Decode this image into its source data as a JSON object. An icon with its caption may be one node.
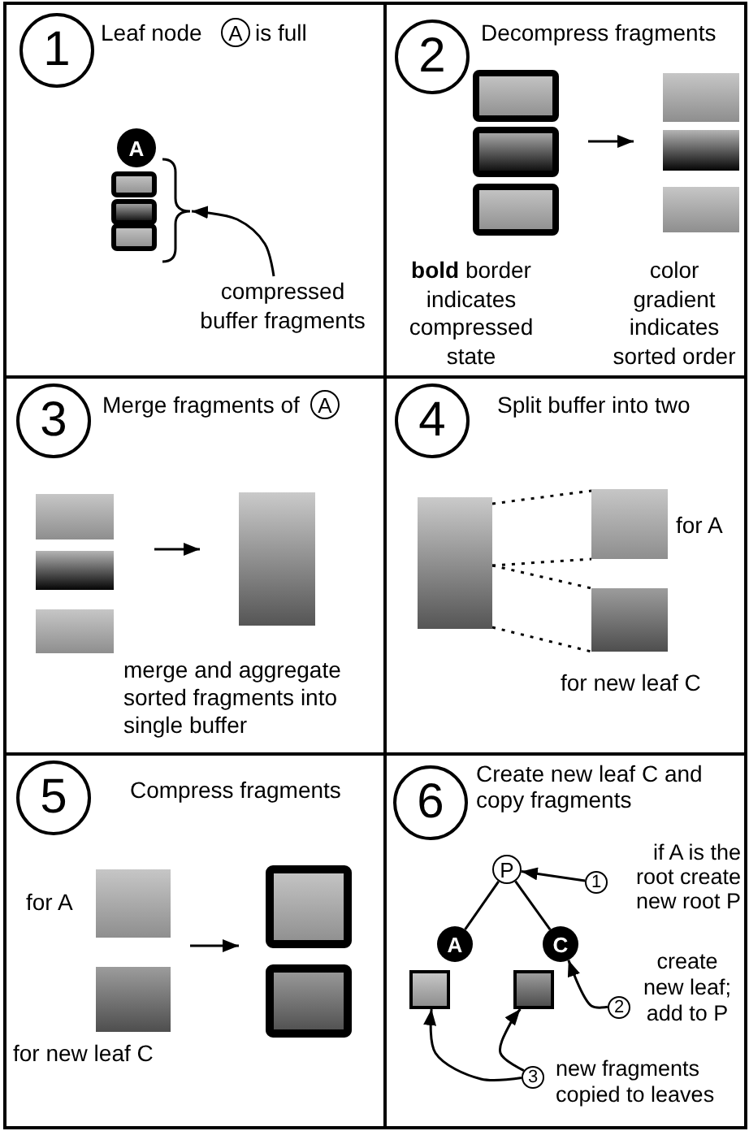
{
  "diagram": {
    "nodes": [
      {
        "text": [
          "Leaf node",
          "is full"
        ]
      },
      {
        "text": [
          "1"
        ],
        "in": 0
      },
      {
        "text": [
          "A"
        ],
        "in": 0
      },
      {
        "text": [
          "A"
        ],
        "in": 0
      },
      {
        "text": [
          "compressed buffer fragments"
        ],
        "in": 0
      },
      {
        "text": [
          "Decompress fragments",
          "**bold** border indicates compressed state",
          "color gradient indicates sorted order"
        ]
      },
      {
        "text": [
          "2"
        ],
        "in": 5
      },
      {
        "text": [
          "Merge fragments of",
          "merge and aggregate sorted fragments into single buffer"
        ]
      },
      {
        "text": [
          "3"
        ],
        "in": 7
      },
      {
        "text": [
          "A"
        ],
        "in": 7
      },
      {
        "text": [
          "Split buffer into two",
          "for A",
          "for new leaf C"
        ]
      },
      {
        "text": [
          "4"
        ],
        "in": 10
      },
      {
        "text": [
          "Compress fragments",
          "for A",
          "for new leaf C"
        ]
      },
      {
        "text": [
          "5"
        ],
        "in": 12
      },
      {
        "text": [
          "Create new leaf C and copy fragments",
          "if A is the root create new root P",
          "create new leaf; add to P",
          "new fragments copied to leaves"
        ]
      },
      {
        "text": [
          "6"
        ],
        "in": 14
      },
      {
        "text": [
          "P"
        ],
        "in": 14
      },
      {
        "text": [
          "A"
        ],
        "in": 14
      },
      {
        "text": [
          "C"
        ],
        "in": 14
      },
      {
        "text": [],
        "shape": "box",
        "in": 14
      },
      {
        "text": [],
        "shape": "box",
        "in": 14
      },
      {
        "text": [
          "1"
        ],
        "in": 14
      },
      {
        "text": [
          "2"
        ],
        "in": 14
      },
      {
        "text": [
          "3"
        ],
        "in": 14
      },
      {
        "text": [],
        "shape": "bracket",
        "in": 0
      },
      {
        "text": [],
        "shape": "box",
        "in": 7
      },
      {
        "text": [],
        "shape": "box",
        "in": 10
      },
      {
        "text": [],
        "shape": "box",
        "in": 10
      },
      {
        "text": [],
        "shape": "box",
        "in": 10
      }
    ],
    "edges": [
      {
        "from": 4,
        "to": 24,
        "arrow": "to"
      },
      {
        "from": 16,
        "to": 17,
        "arrow": "none"
      },
      {
        "from": 16,
        "to": 18,
        "arrow": "none"
      },
      {
        "from": 21,
        "to": 16,
        "arrow": "to"
      },
      {
        "from": 22,
        "to": 18,
        "arrow": "to"
      },
      {
        "from": 23,
        "to": 19,
        "arrow": "to"
      },
      {
        "from": 23,
        "to": 20,
        "arrow": "to"
      },
      {
        "from": 26,
        "to": 27,
        "arrow": "none",
        "style": "dashed"
      },
      {
        "from": 26,
        "to": 27,
        "arrow": "none",
        "style": "dashed"
      },
      {
        "from": 26,
        "to": 28,
        "arrow": "none",
        "style": "dashed"
      },
      {
        "from": 26,
        "to": 28,
        "arrow": "none",
        "style": "dashed"
      }
    ]
  }
}
